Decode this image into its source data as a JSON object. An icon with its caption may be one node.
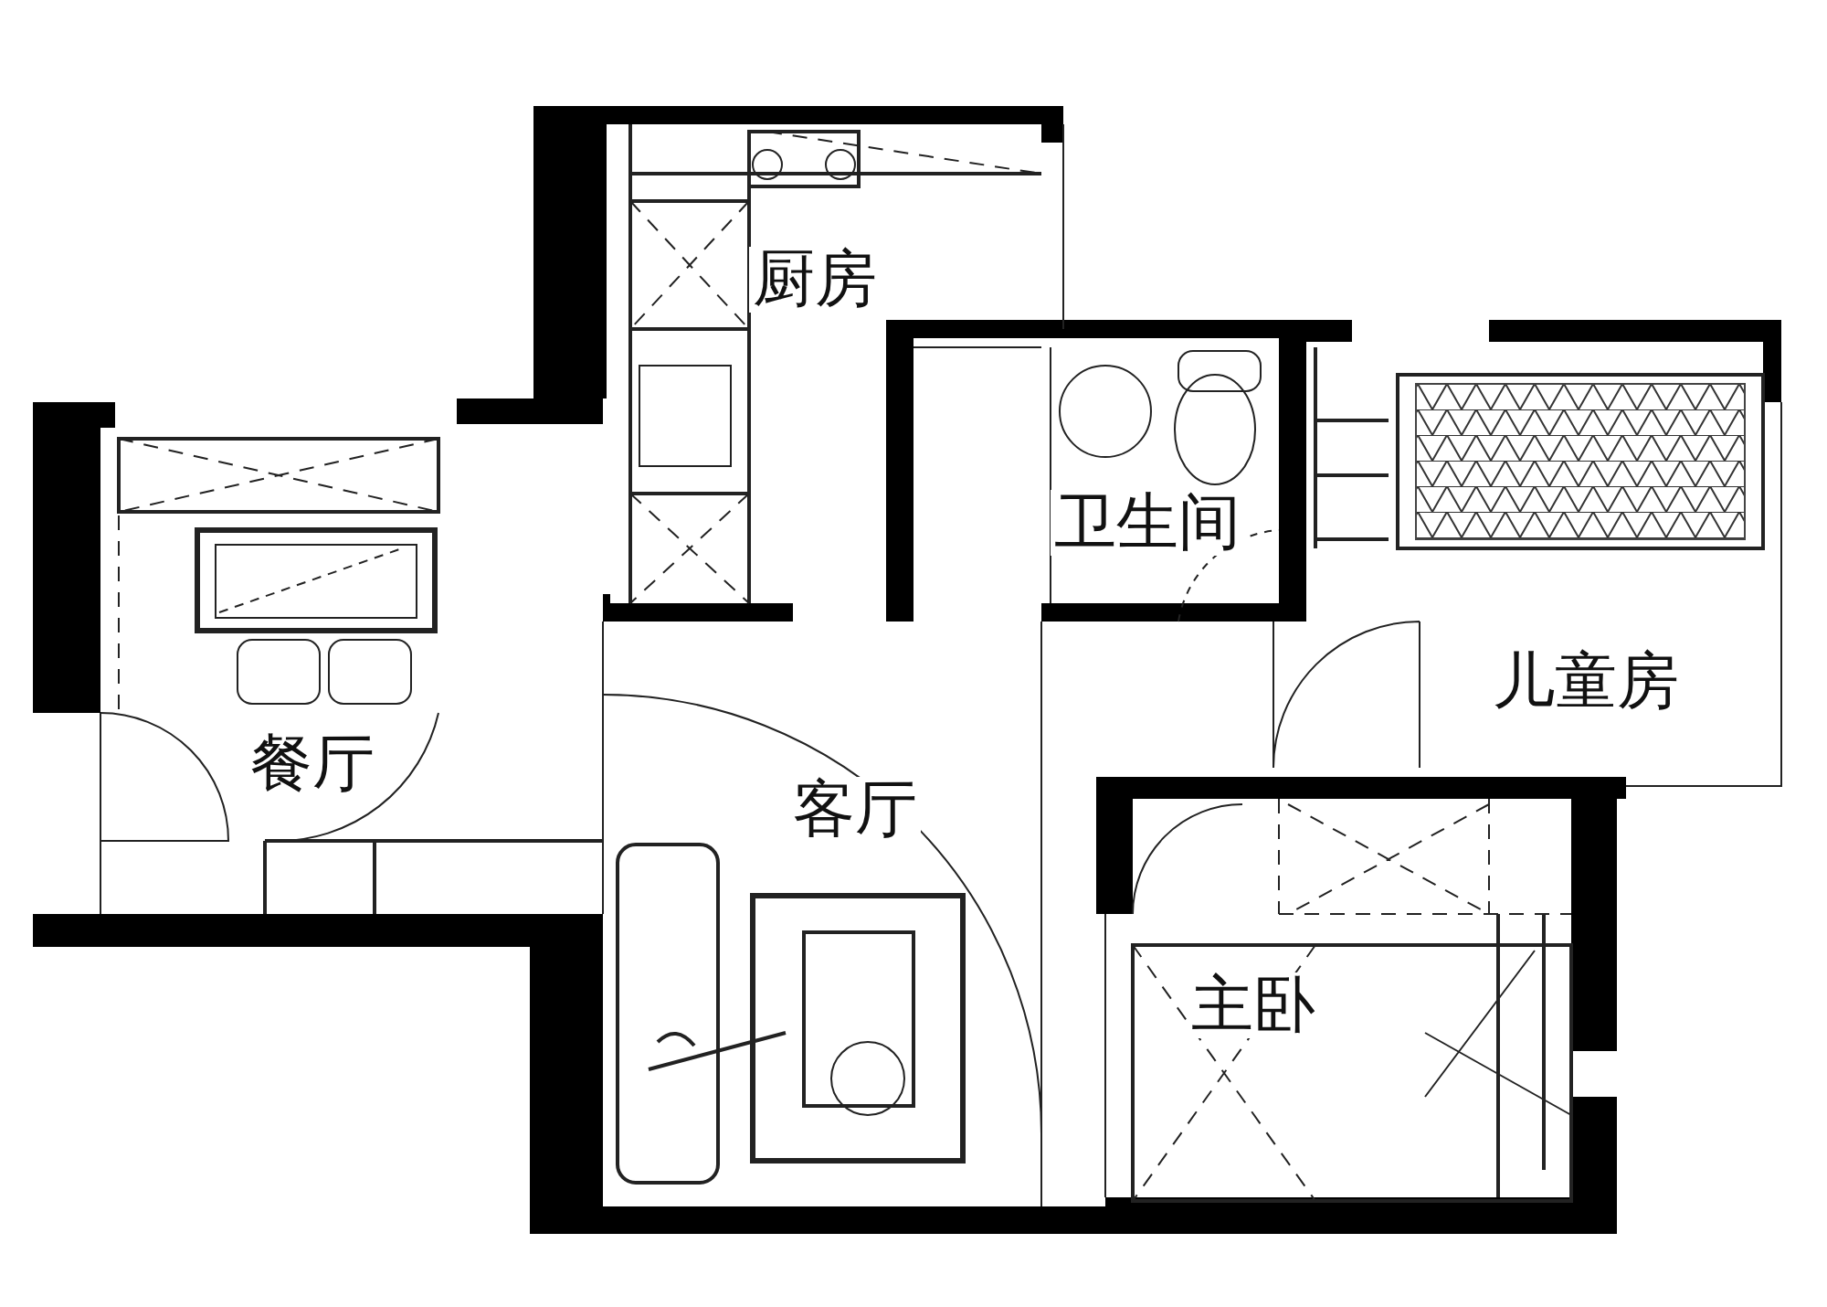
{
  "diagram": {
    "labels": [
      "厨房",
      "卫生间",
      "儿童房",
      "餐厅",
      "客厅",
      "主卧"
    ]
  }
}
